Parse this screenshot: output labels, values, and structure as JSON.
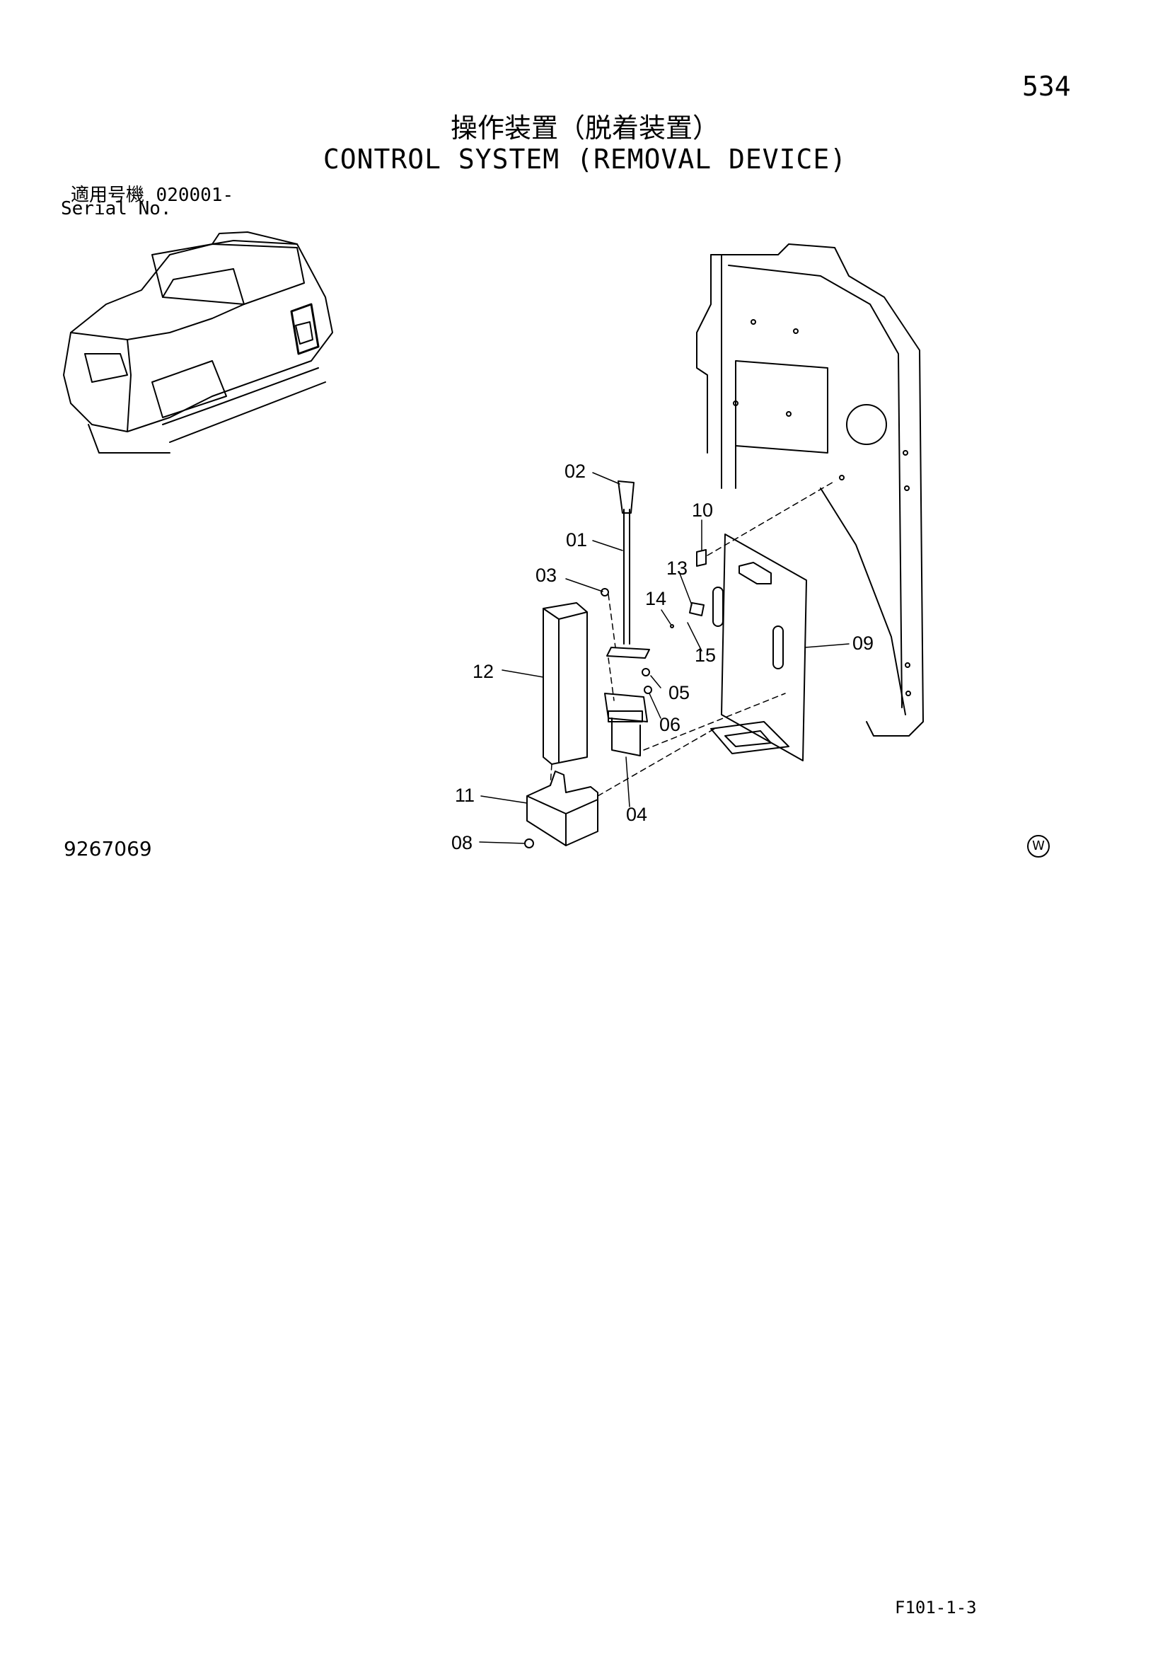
{
  "page_number": "534",
  "title_jp": "操作装置（脱着装置）",
  "title_en": "CONTROL SYSTEM (REMOVAL DEVICE)",
  "serial": {
    "label_jp": "適用号機",
    "value": "020001-",
    "label_en": "Serial No."
  },
  "figure_code": "9267069",
  "footer_code": "F101-1-3",
  "w_mark": "W",
  "callouts": {
    "c01": "01",
    "c02": "02",
    "c03": "03",
    "c04": "04",
    "c05": "05",
    "c06": "06",
    "c08": "08",
    "c09": "09",
    "c10": "10",
    "c11": "11",
    "c12": "12",
    "c13": "13",
    "c14": "14",
    "c15": "15"
  }
}
